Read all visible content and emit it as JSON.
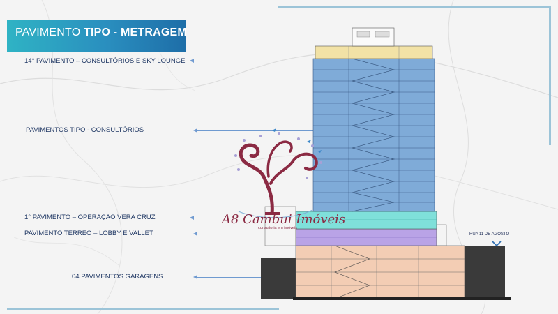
{
  "title": {
    "normal": "PAVIMENTO ",
    "bold": "TIPO - METRAGEM"
  },
  "labels": {
    "floor14": "14° PAVIMENTO – CONSULTÓRIOS E SKY LOUNGE",
    "typical": "PAVIMENTOS TIPO - CONSULTÓRIOS",
    "floor1": "1° PAVIMENTO – OPERAÇÃO VERA CRUZ",
    "ground": "PAVIMENTO TÉRREO – LOBBY E VALLET",
    "garage": "04 PAVIMENTOS GARAGENS"
  },
  "street": "RUA 11 DE AGOSTO",
  "watermark": {
    "name": "A8 Cambui Imóveis",
    "tagline": "consultoria em imóveis"
  },
  "colors": {
    "banner_start": "#2fb3c4",
    "banner_end": "#1e6ea8",
    "label_text": "#203864",
    "pointer_line": "#6f9ad0",
    "sky_lounge": "#f2e2a6",
    "typical_floors": "#6e9fd0",
    "floor1": "#59cfc9",
    "ground": "#9f86d8",
    "garage": "#f3cdb4",
    "watermark": "#8b2a43"
  },
  "icons": [
    "bird-icon",
    "tree-logo-icon",
    "street-arrow-icon"
  ]
}
